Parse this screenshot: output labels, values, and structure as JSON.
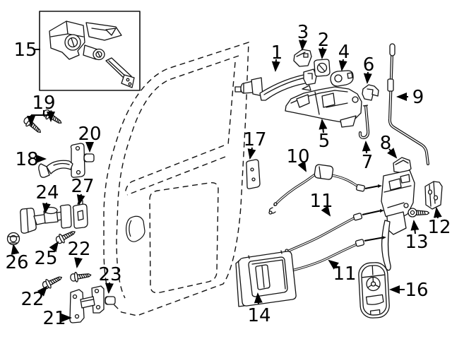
{
  "colors": {
    "background": "#ffffff",
    "line": "#111111",
    "label": "#000000"
  },
  "callouts": {
    "c15": "15",
    "c19": "19",
    "c18": "18",
    "c20": "20",
    "c24": "24",
    "c27": "27",
    "c26": "26",
    "c25": "25",
    "c22a": "22",
    "c23": "23",
    "c22b": "22",
    "c21": "21",
    "c17": "17",
    "c1": "1",
    "c3": "3",
    "c2": "2",
    "c4": "4",
    "c6": "6",
    "c9": "9",
    "c5": "5",
    "c10": "10",
    "c7": "7",
    "c8": "8",
    "c11a": "11",
    "c12": "12",
    "c13": "13",
    "c11b": "11",
    "c14": "14",
    "c16": "16"
  }
}
